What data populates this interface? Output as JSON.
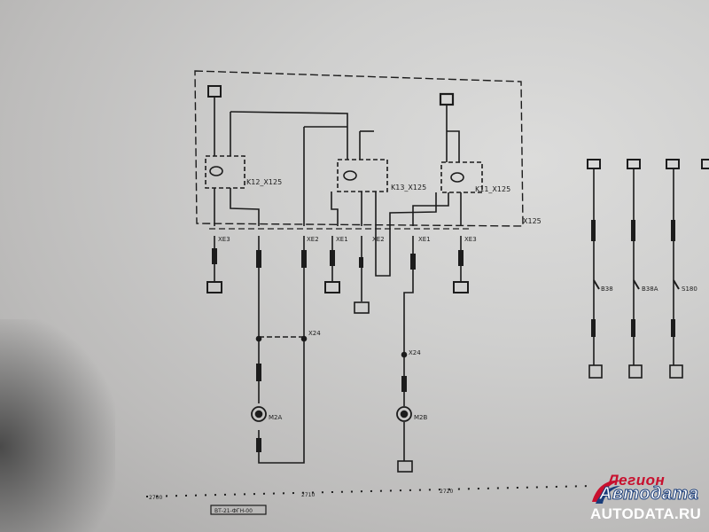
{
  "diagram": {
    "module_label": "X125",
    "relays": [
      {
        "id": "relay-left",
        "label": "K12_X125"
      },
      {
        "id": "relay-middle",
        "label": "K13_X125"
      },
      {
        "id": "relay-right",
        "label": "K11_X125"
      }
    ],
    "connectors": [
      "XE3",
      "XE2",
      "XE1",
      "XE2",
      "XE1",
      "XE3"
    ],
    "splices": [
      "X24",
      "X24"
    ],
    "motors": [
      {
        "id": "motor-left",
        "label": "M2A"
      },
      {
        "id": "motor-right",
        "label": "M2B"
      }
    ],
    "switches": [
      "B38",
      "B38A",
      "S180"
    ],
    "bottom_refs": [
      "2700",
      "2710",
      "2720"
    ],
    "footer_code": "ВТ-21-ФГН-00"
  },
  "watermark": {
    "line1": "Легион",
    "line2": "Автодата",
    "url": "AUTODATA.RU"
  },
  "colors": {
    "ink": "#1c1c1c",
    "watermark_red": "#c8102e",
    "watermark_blue": "#1a3d7a"
  }
}
